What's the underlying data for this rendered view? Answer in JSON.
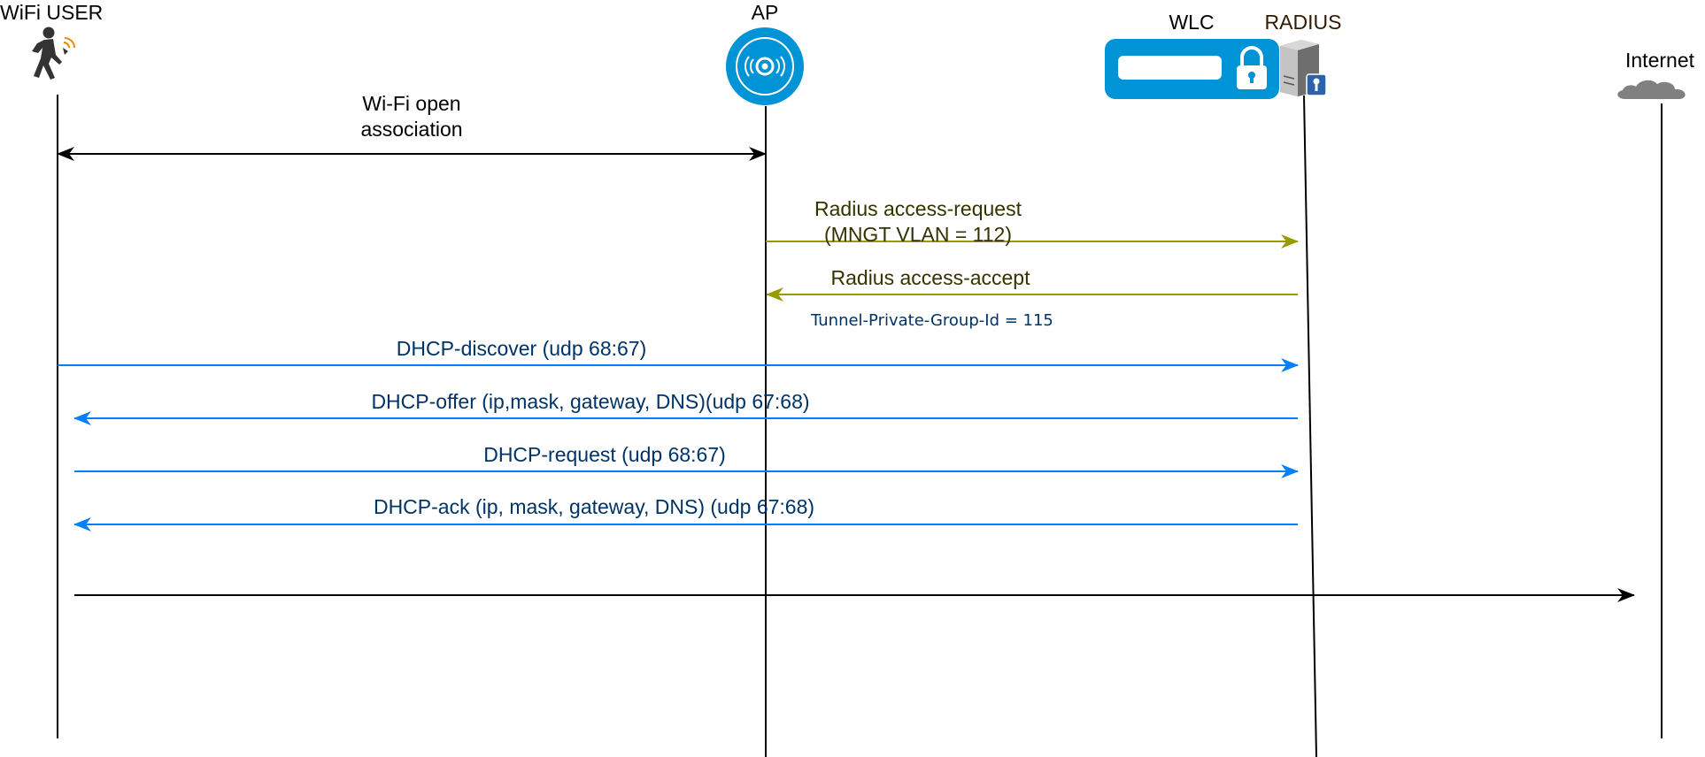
{
  "nodes": {
    "wifi_user": "WiFi USER",
    "ap": "AP",
    "wlc": "WLC",
    "radius": "RADIUS",
    "internet": "Internet"
  },
  "messages": {
    "assoc_line1": "Wi-Fi open",
    "assoc_line2": "association",
    "radius_request_line1": "Radius access-request",
    "radius_request_line2": "(MNGT VLAN = 112)",
    "radius_accept": "Radius access-accept",
    "tunnel_attr": "Tunnel-Private-Group-Id = 115",
    "dhcp_discover": "DHCP-discover (udp 68:67)",
    "dhcp_offer": "DHCP-offer (ip,mask, gateway, DNS)(udp 67:68)",
    "dhcp_request": "DHCP-request (udp 68:67)",
    "dhcp_ack": "DHCP-ack (ip, mask, gateway, DNS) (udp 67:68)"
  },
  "colors": {
    "radius_arrows": "#999900",
    "dhcp_arrows": "#007FFF",
    "lifelines": "#000000",
    "ap_icon": "#0093D6",
    "wlc_icon": "#0093D6",
    "cloud": "#808080",
    "user_signal": "#F08705",
    "node_label_radius": "#331A00"
  },
  "icons": {
    "wifi_user": "walking-person-wifi-icon",
    "ap": "access-point-icon",
    "wlc": "wireless-lan-controller-icon",
    "radius": "radius-server-icon",
    "internet": "cloud-icon"
  }
}
